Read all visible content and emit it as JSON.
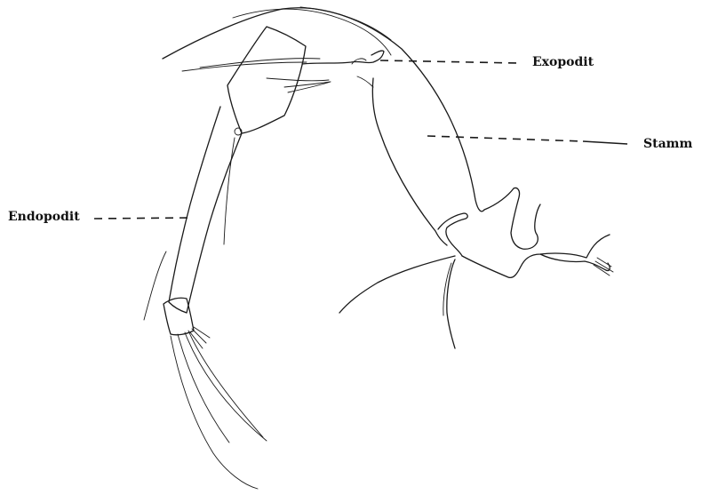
{
  "labels": {
    "exopodit": "Exopodit",
    "stamm": "Stamm",
    "endopodit": "Endopodit"
  }
}
